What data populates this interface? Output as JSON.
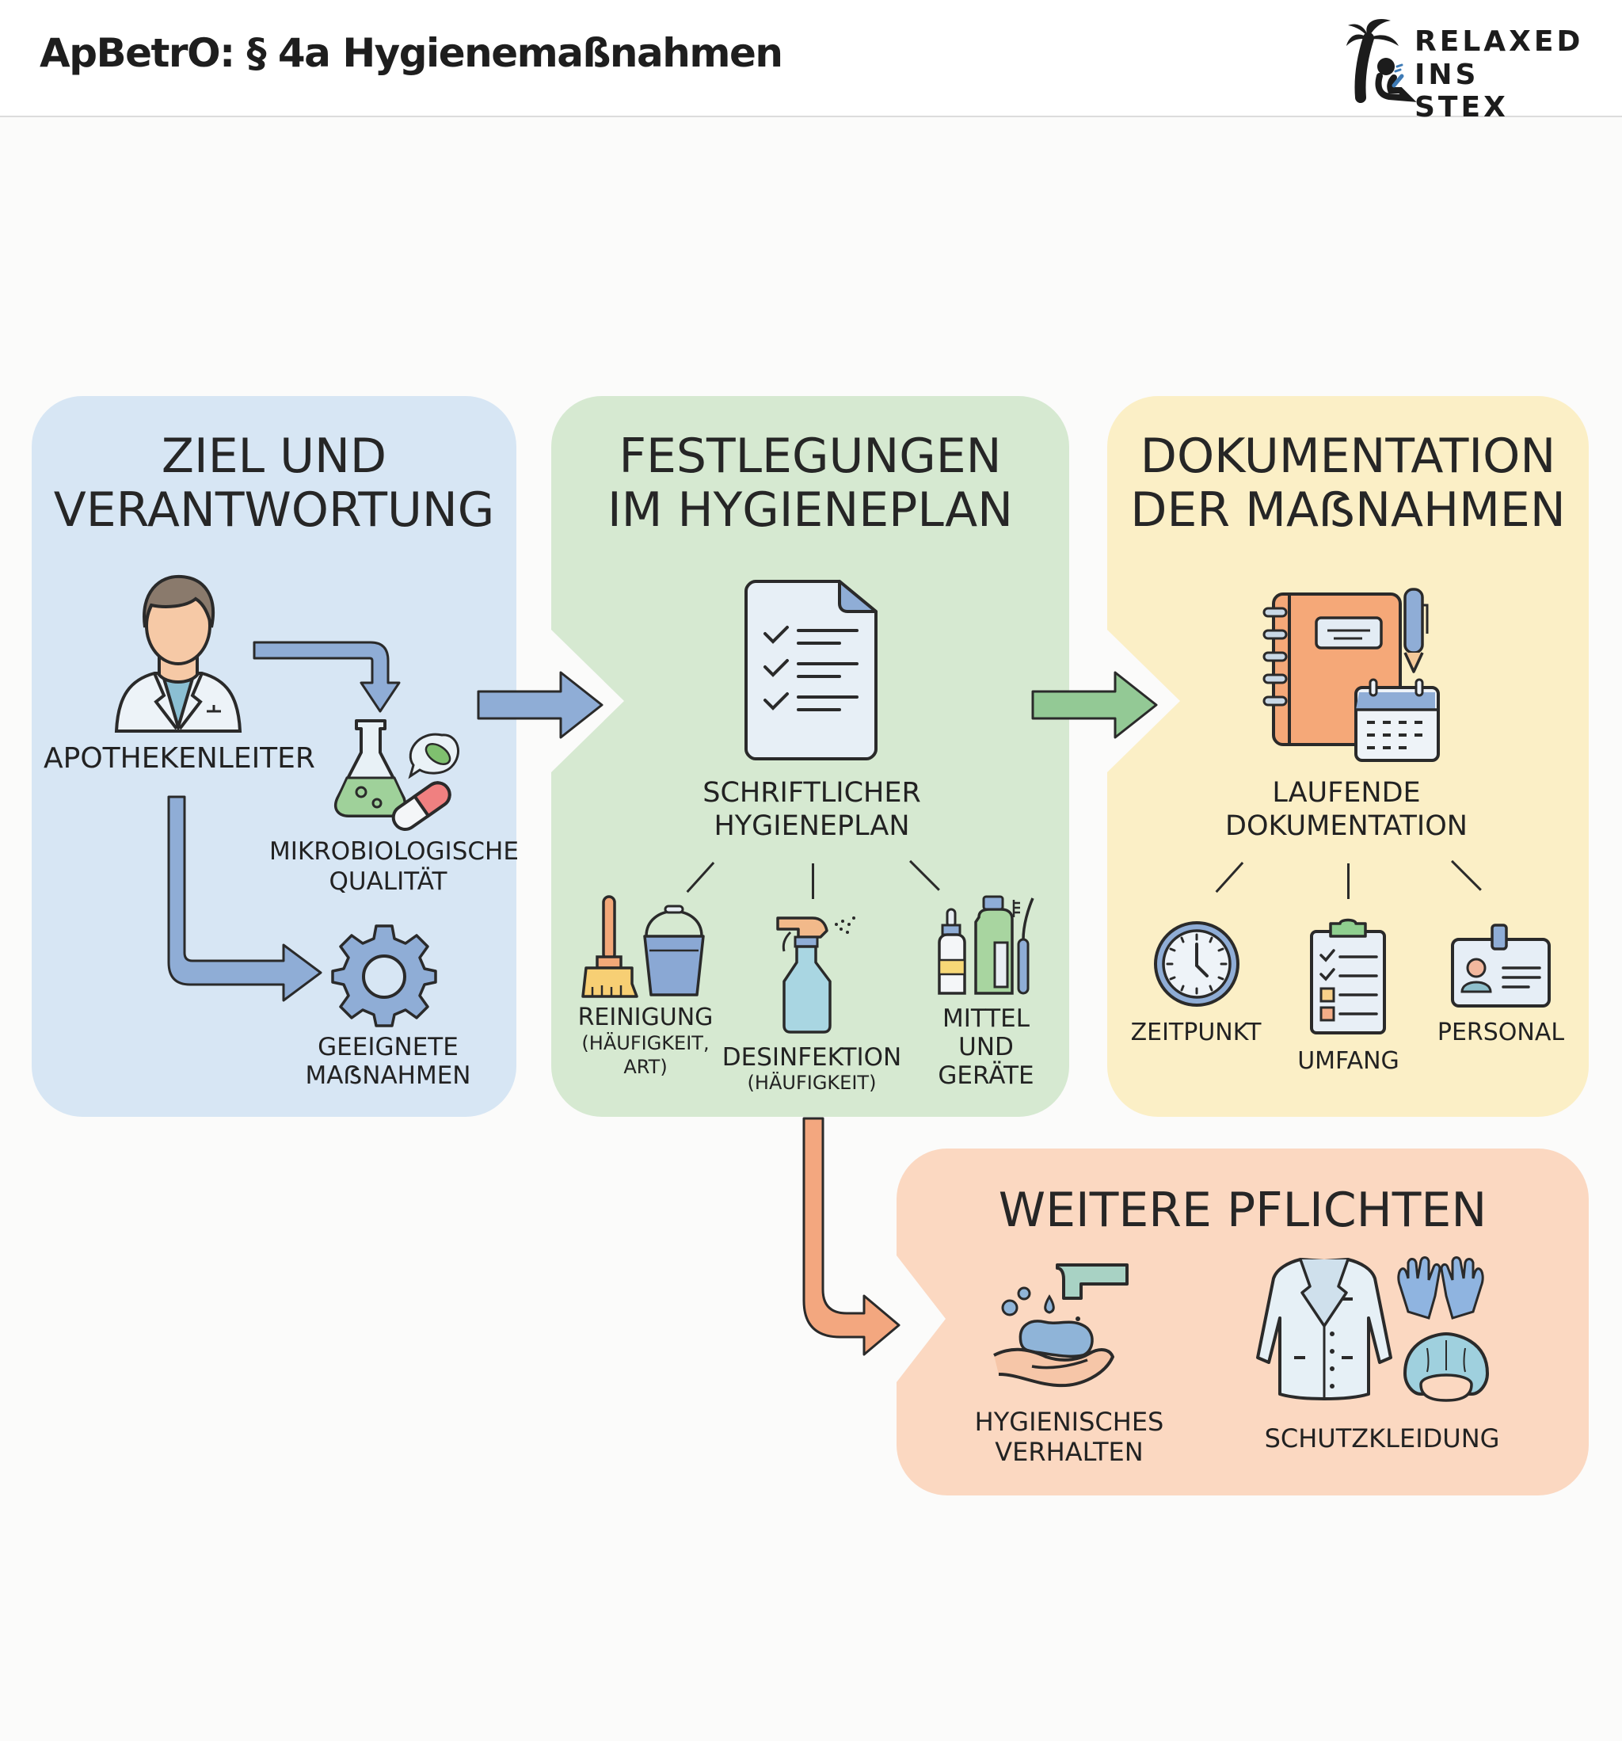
{
  "header": {
    "title": "ApBetrO: § 4a Hygienemaßnahmen",
    "logo": {
      "line1": "RELAXED",
      "line2": "INS STEX",
      "icon": "palm-tree-reader-icon"
    }
  },
  "colors": {
    "panel_blue": "#d7e6f4",
    "panel_green": "#d6e9d1",
    "panel_yellow": "#fbefc6",
    "panel_peach": "#fbd8c1",
    "arrow_blue": "#8fadd6",
    "arrow_green": "#93c995",
    "arrow_orange": "#f3a77f"
  },
  "panels": {
    "ziel": {
      "title_lines": [
        "ZIEL UND",
        "VERANTWORTUNG"
      ],
      "person": {
        "label": "APOTHEKENLEITER",
        "icon": "pharmacist-icon"
      },
      "items": [
        {
          "label_lines": [
            "MIKROBIOLOGISCHE",
            "QUALITÄT"
          ],
          "icon": "flask-bacteria-capsule-icon"
        },
        {
          "label_lines": [
            "GEEIGNETE",
            "MAẞNAHMEN"
          ],
          "icon": "gear-icon"
        }
      ]
    },
    "festlegungen": {
      "title_lines": [
        "FESTLEGUNGEN",
        "IM HYGIENEPLAN"
      ],
      "center": {
        "label_lines": [
          "SCHRIFTLICHER",
          "HYGIENEPLAN"
        ],
        "icon": "checklist-document-icon"
      },
      "items": [
        {
          "label_lines": [
            "REINIGUNG"
          ],
          "sub_lines": [
            "(HÄUFIGKEIT,",
            "ART)"
          ],
          "icon": "brush-bucket-icon"
        },
        {
          "label_lines": [
            "DESINFEKTION"
          ],
          "sub_lines": [
            "(HÄUFIGKEIT)"
          ],
          "icon": "spray-bottle-icon"
        },
        {
          "label_lines": [
            "MITTEL",
            "UND GERÄTE"
          ],
          "sub_lines": [],
          "icon": "bottles-tools-icon"
        }
      ]
    },
    "dokumentation": {
      "title_lines": [
        "DOKUMENTATION",
        "DER MAẞNAHMEN"
      ],
      "center": {
        "label_lines": [
          "LAUFENDE",
          "DOKUMENTATION"
        ],
        "icon": "notebook-calendar-icon"
      },
      "items": [
        {
          "label": "ZEITPUNKT",
          "icon": "clock-icon"
        },
        {
          "label": "UMFANG",
          "icon": "clipboard-checklist-icon"
        },
        {
          "label": "PERSONAL",
          "icon": "id-badge-icon"
        }
      ]
    },
    "weitere": {
      "title": "WEITERE PFLICHTEN",
      "items": [
        {
          "label_lines": [
            "HYGIENISCHES",
            "VERHALTEN"
          ],
          "icon": "hand-washing-icon"
        },
        {
          "label_lines": [
            "SCHUTZKLEIDUNG"
          ],
          "icon": "lab-coat-gloves-cap-icon"
        }
      ]
    }
  }
}
